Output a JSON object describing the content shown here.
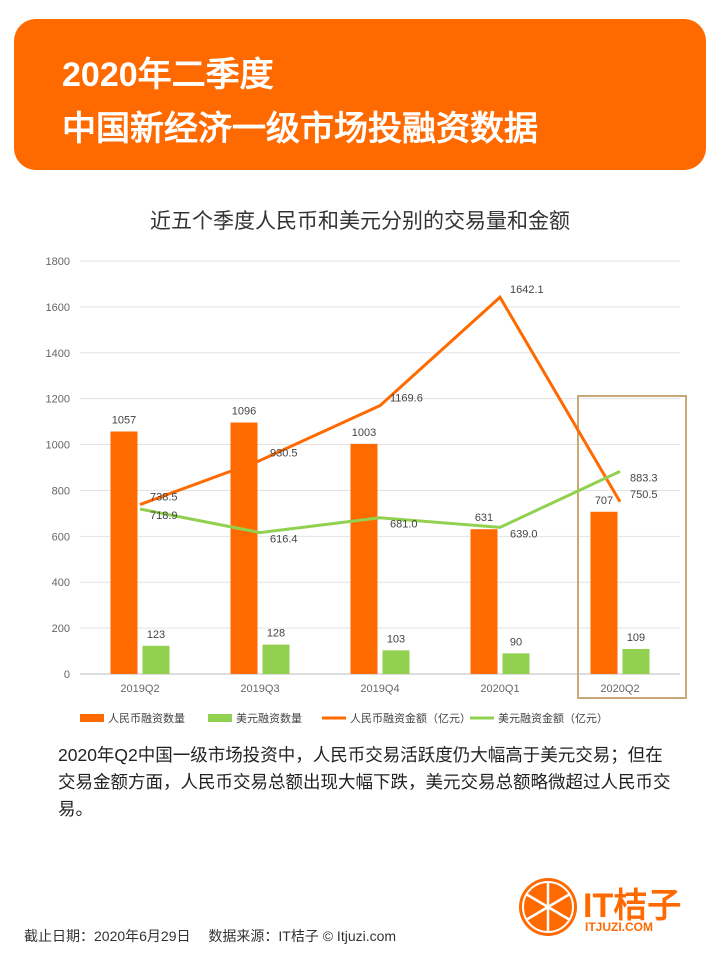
{
  "header": {
    "line1": "2020年二季度",
    "line2": "中国新经济一级市场投融资数据"
  },
  "chart_data": {
    "type": "bar",
    "title": "近五个季度人民币和美元分别的交易量和金额",
    "categories": [
      "2019Q2",
      "2019Q3",
      "2019Q4",
      "2020Q1",
      "2020Q2"
    ],
    "ylim": [
      0,
      1800
    ],
    "yticks": [
      0,
      200,
      400,
      600,
      800,
      1000,
      1200,
      1400,
      1600,
      1800
    ],
    "grid": true,
    "legend_position": "bottom",
    "highlight_category": "2020Q2",
    "series": [
      {
        "name": "人民币融资数量",
        "type": "bar",
        "color": "#ff6a00",
        "values": [
          1057,
          1096,
          1003,
          631,
          707
        ]
      },
      {
        "name": "美元融资数量",
        "type": "bar",
        "color": "#92d050",
        "values": [
          123,
          128,
          103,
          90,
          109
        ]
      },
      {
        "name": "人民币融资金额（亿元）",
        "type": "line",
        "color": "#ff6a00",
        "values": [
          738.5,
          930.5,
          1169.6,
          1642.1,
          750.5
        ]
      },
      {
        "name": "美元融资金额（亿元）",
        "type": "line",
        "color": "#92d050",
        "values": [
          718.9,
          616.4,
          681.0,
          639.0,
          883.3
        ]
      }
    ]
  },
  "description": "2020年Q2中国一级市场投资中，人民币交易活跃度仍大幅高于美元交易；但在交易金额方面，人民币交易总额出现大幅下跌，美元交易总额略微超过人民币交易。",
  "footer": "截止日期：2020年6月29日　 数据来源：IT桔子 © Itjuzi.com",
  "logo": {
    "name": "IT桔子",
    "url": "ITJUZI.COM"
  }
}
